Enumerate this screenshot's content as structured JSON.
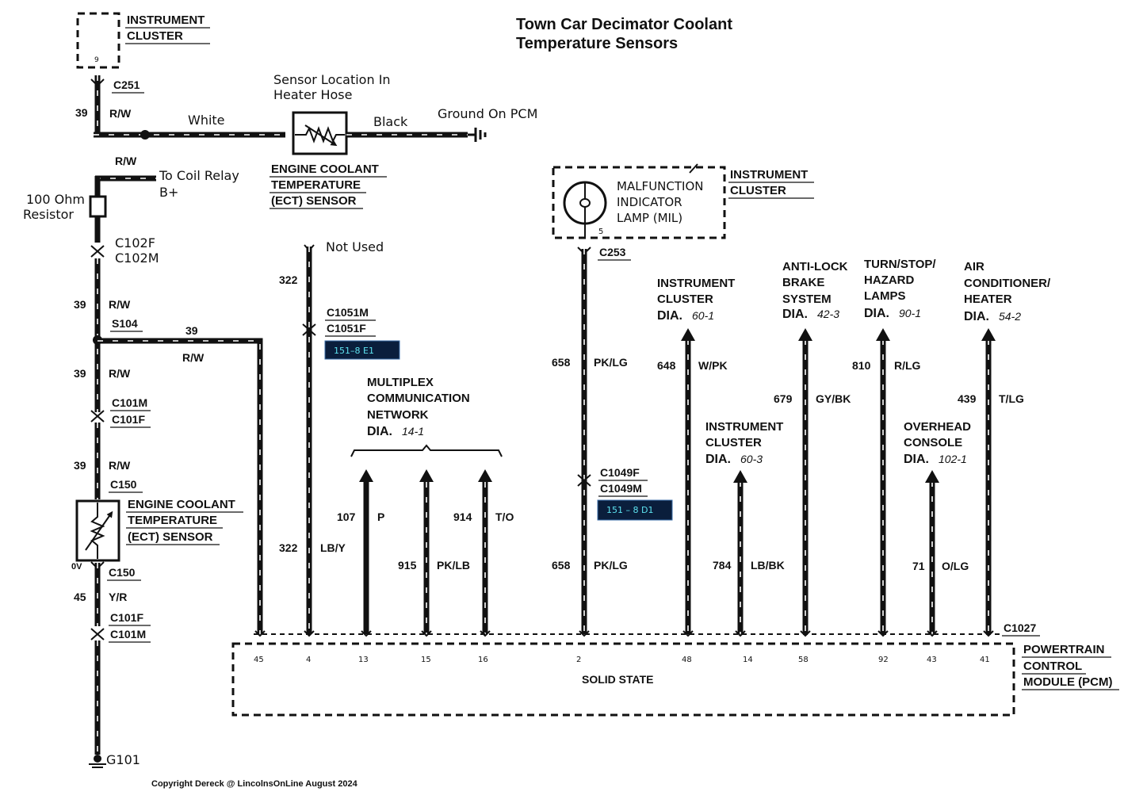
{
  "title": {
    "line1": "Town Car Decimator Coolant",
    "line2": "Temperature Sensors"
  },
  "copyright": "Copyright Dereck @ LincolnsOnLine August 2024",
  "top_left_cluster": {
    "line1": "INSTRUMENT",
    "line2": "CLUSTER",
    "pin": "9"
  },
  "c251": "C251",
  "ckt39": "39",
  "rw": "R/W",
  "white": "White",
  "black": "Black",
  "sensor_location": {
    "line1": "Sensor Location In",
    "line2": "Heater Hose"
  },
  "ground_on_pcm": "Ground On PCM",
  "ect_sensor_top": {
    "line1": "ENGINE COOLANT",
    "line2": "TEMPERATURE",
    "line3": "(ECT) SENSOR"
  },
  "to_coil_relay": {
    "line1": "To Coil Relay",
    "line2": "B+"
  },
  "resistor": {
    "line1": "100 Ohm",
    "line2": "Resistor"
  },
  "c102f": "C102F",
  "c102m": "C102M",
  "s104": "S104",
  "c101m": "C101M",
  "c101f": "C101F",
  "c150": "C150",
  "ect_sensor_bottom": {
    "line1": "ENGINE COOLANT",
    "line2": "TEMPERATURE",
    "line3": "(ECT) SENSOR"
  },
  "zero_volt": "0V",
  "ckt45": "45",
  "yr": "Y/R",
  "g101": "G101",
  "not_used": "Not Used",
  "ckt322": "322",
  "lby": "LB/Y",
  "c1051m": "C1051M",
  "c1051f": "C1051F",
  "box_ref1": "151–8 E1",
  "box_ref2": "151 – 8 D1",
  "multiplex": {
    "line1": "MULTIPLEX",
    "line2": "COMMUNICATION",
    "line3": "NETWORK",
    "dia_label": "DIA.",
    "dia_num": "14-1"
  },
  "ckt107": "107",
  "p": "P",
  "ckt915": "915",
  "pklb": "PK/LB",
  "ckt914": "914",
  "to": "T/O",
  "mil_cluster": {
    "line1": "INSTRUMENT",
    "line2": "CLUSTER"
  },
  "mil": {
    "line1": "MALFUNCTION",
    "line2": "INDICATOR",
    "line3": "LAMP (MIL)",
    "pin": "5"
  },
  "c253": "C253",
  "ckt658": "658",
  "pklg": "PK/LG",
  "c1049f": "C1049F",
  "c1049m": "C1049M",
  "ic601": {
    "line1": "INSTRUMENT",
    "line2": "CLUSTER",
    "dia_label": "DIA.",
    "dia_num": "60-1"
  },
  "ckt648": "648",
  "wpk": "W/PK",
  "ic603": {
    "line1": "INSTRUMENT",
    "line2": "CLUSTER",
    "dia_label": "DIA.",
    "dia_num": "60-3"
  },
  "ckt784": "784",
  "lbbk": "LB/BK",
  "abs": {
    "line1": "ANTI-LOCK",
    "line2": "BRAKE",
    "line3": "SYSTEM",
    "dia_label": "DIA.",
    "dia_num": "42-3"
  },
  "ckt679": "679",
  "gybk": "GY/BK",
  "turn": {
    "line1": "TURN/STOP/",
    "line2": "HAZARD",
    "line3": "LAMPS",
    "dia_label": "DIA.",
    "dia_num": "90-1"
  },
  "ckt810": "810",
  "rlg": "R/LG",
  "overhead": {
    "line1": "OVERHEAD",
    "line2": "CONSOLE",
    "dia_label": "DIA.",
    "dia_num": "102-1"
  },
  "ckt71": "71",
  "olg": "O/LG",
  "ac": {
    "line1": "AIR",
    "line2": "CONDITIONER/",
    "line3": "HEATER",
    "dia_label": "DIA.",
    "dia_num": "54-2"
  },
  "ckt439": "439",
  "tlg": "T/LG",
  "c1027": "C1027",
  "pcm": {
    "line1": "POWERTRAIN",
    "line2": "CONTROL",
    "line3": "MODULE (PCM)",
    "solid_state": "SOLID STATE",
    "pins": [
      "45",
      "4",
      "13",
      "15",
      "16",
      "2",
      "48",
      "14",
      "58",
      "92",
      "43",
      "41"
    ]
  },
  "colors": {
    "wire": "#111111",
    "box_fill": "#0a1e3c",
    "box_text": "#5ee3f0"
  }
}
